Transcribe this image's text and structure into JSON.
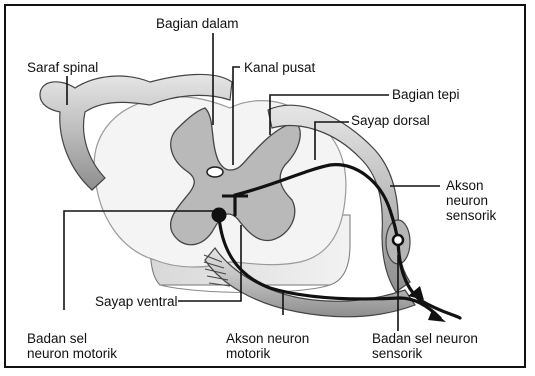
{
  "labels": {
    "bagian_dalam": "Bagian dalam",
    "saraf_spinal": "Saraf spinal",
    "kanal_pusat": "Kanal pusat",
    "bagian_tepi": "Bagian tepi",
    "sayap_dorsal": "Sayap dorsal",
    "akson_sensorik": [
      "Akson",
      "neuron",
      "sensorik"
    ],
    "sayap_ventral": "Sayap ventral",
    "badan_sel_motorik": [
      "Badan sel",
      "neuron motorik"
    ],
    "akson_motorik": [
      "Akson neuron",
      "motorik"
    ],
    "badan_sel_sensorik": [
      "Badan sel neuron",
      "sensorik"
    ]
  }
}
